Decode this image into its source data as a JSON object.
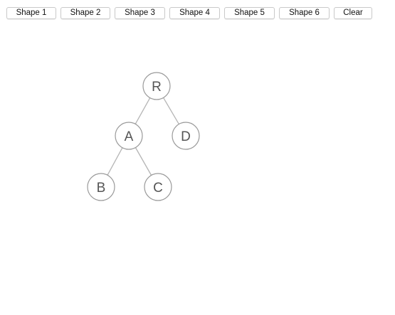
{
  "toolbar": {
    "buttons": [
      {
        "label": "Shape 1"
      },
      {
        "label": "Shape 2"
      },
      {
        "label": "Shape 3"
      },
      {
        "label": "Shape 4"
      },
      {
        "label": "Shape 5"
      },
      {
        "label": "Shape 6"
      },
      {
        "label": "Clear"
      }
    ]
  },
  "tree": {
    "nodes": [
      {
        "id": "R",
        "label": "R"
      },
      {
        "id": "A",
        "label": "A"
      },
      {
        "id": "D",
        "label": "D"
      },
      {
        "id": "B",
        "label": "B"
      },
      {
        "id": "C",
        "label": "C"
      }
    ],
    "edges": [
      {
        "from": "R",
        "to": "A"
      },
      {
        "from": "R",
        "to": "D"
      },
      {
        "from": "A",
        "to": "B"
      },
      {
        "from": "A",
        "to": "C"
      }
    ],
    "colors": {
      "node_stroke": "#9a9a9a",
      "node_fill": "#ffffff",
      "edge": "#b5b5b5",
      "label": "#555555"
    }
  }
}
